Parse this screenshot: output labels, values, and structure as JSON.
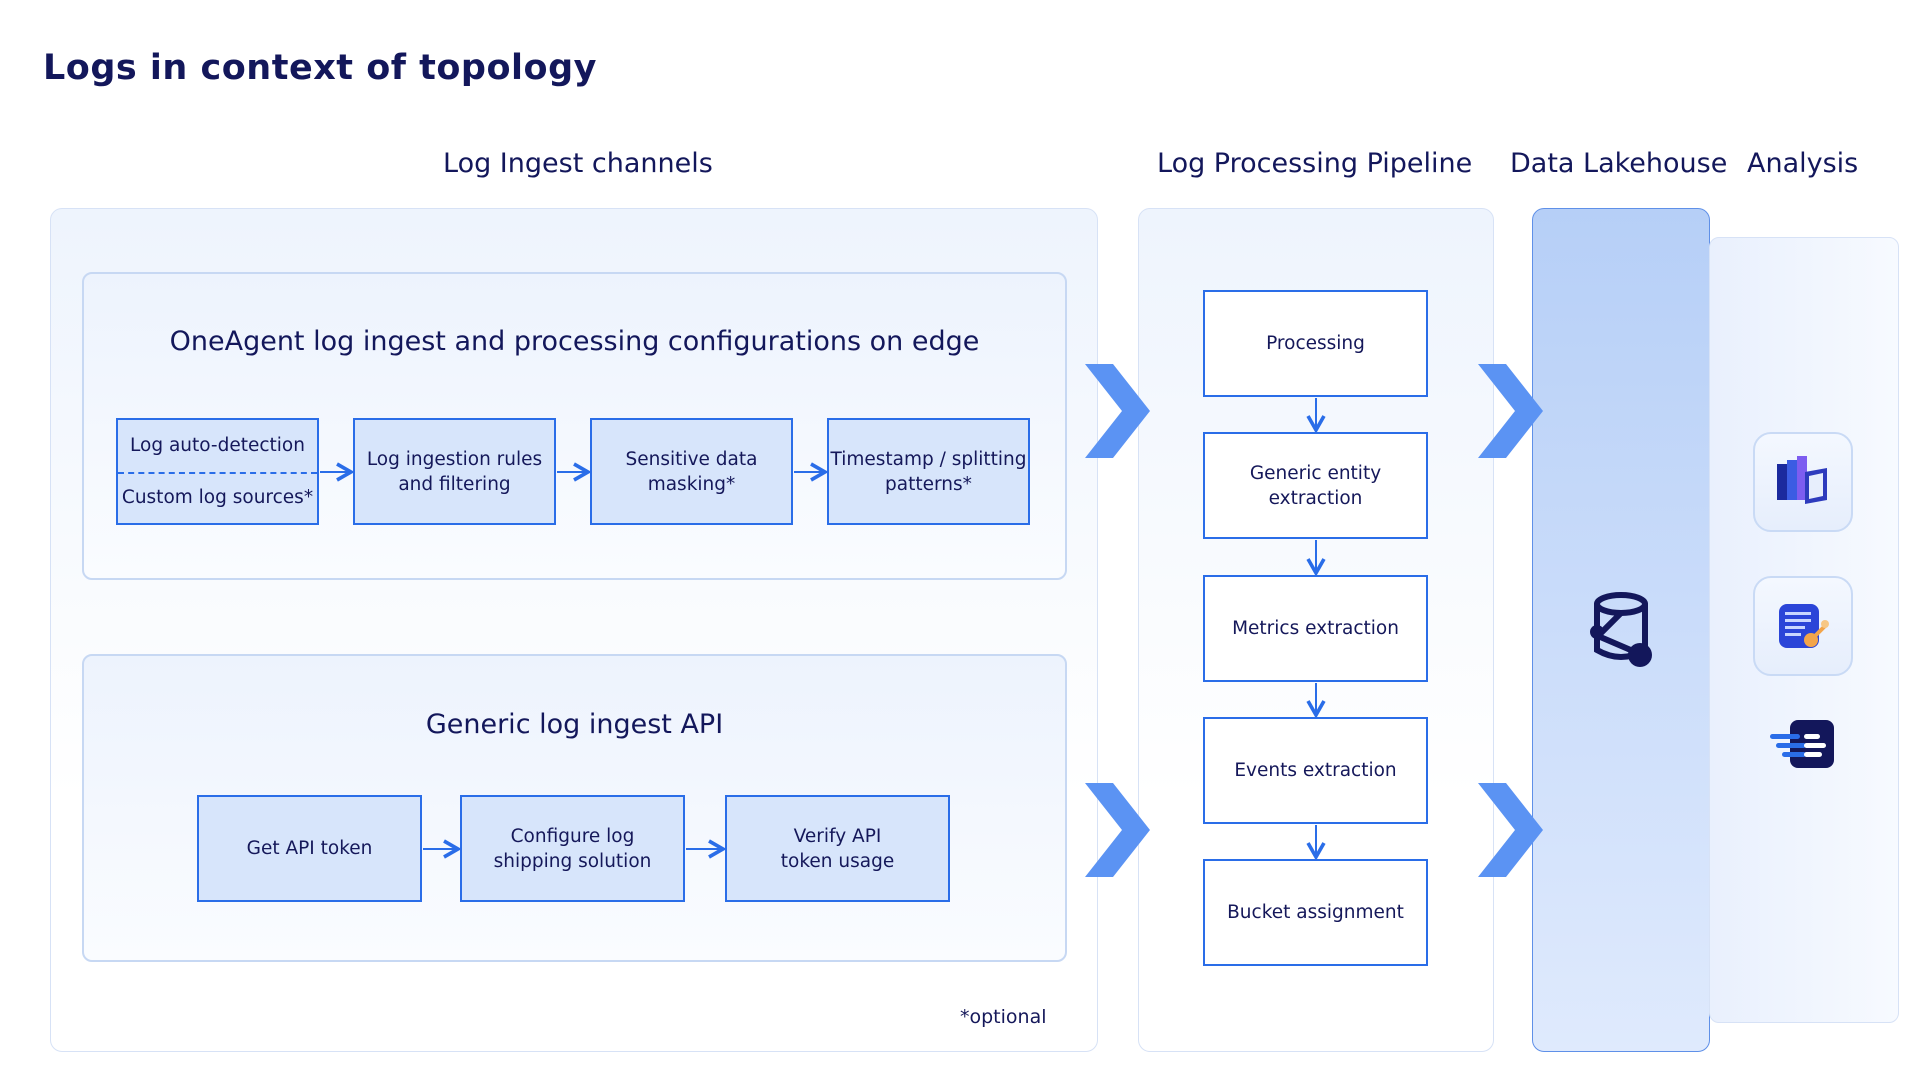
{
  "title": "Logs in context of topology",
  "columns": {
    "ingest": "Log Ingest channels",
    "pipeline": "Log Processing Pipeline",
    "lakehouse": "Data Lakehouse",
    "analysis": "Analysis"
  },
  "oneagent": {
    "title": "OneAgent log ingest and processing configurations on edge",
    "step1_top": "Log auto-detection",
    "step1_bottom": "Custom log sources*",
    "step2": "Log ingestion rules\nand filtering",
    "step3": "Sensitive data\nmasking*",
    "step4": "Timestamp / splitting\npatterns*"
  },
  "api": {
    "title": "Generic log ingest API",
    "step1": "Get API token",
    "step2": "Configure log\nshipping solution",
    "step3": "Verify API\ntoken usage"
  },
  "pipeline_steps": [
    "Processing",
    "Generic entity\nextraction",
    "Metrics extraction",
    "Events extraction",
    "Bucket assignment"
  ],
  "footnote": "*optional",
  "icons": {
    "lakehouse": "database-bucket-icon",
    "analysis": [
      "notebooks-icon",
      "logs-viewer-icon",
      "dashboards-icon"
    ]
  },
  "colors": {
    "accent": "#2a6de8",
    "chevron": "#5b93f3",
    "box_fill": "#d7e5fb",
    "text": "#13175b"
  }
}
